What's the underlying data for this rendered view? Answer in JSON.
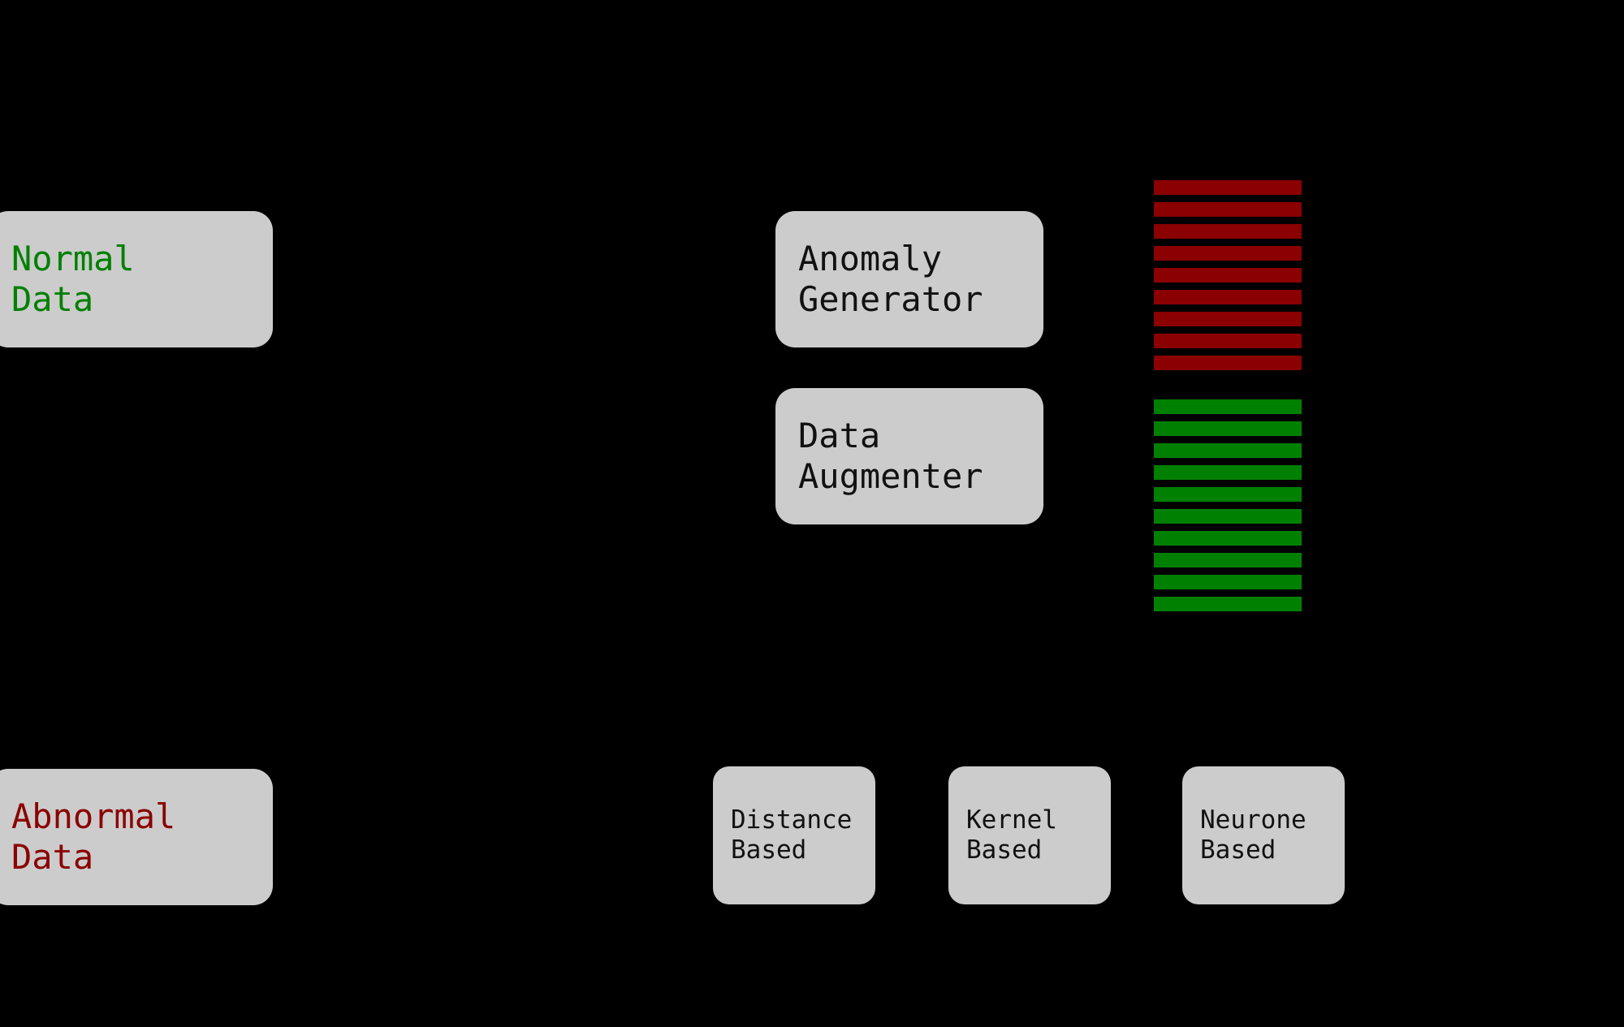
{
  "diagram": {
    "title": "Anomaly Detection Pipeline Diagram",
    "background_color": "#000000",
    "node_fill_color": "#cccccc",
    "normal_color": "#008000",
    "abnormal_color": "#8b0000",
    "text_color": "#111111"
  },
  "nodes": {
    "normal_data": {
      "line1": "Normal",
      "line2": "Data",
      "color": "#008000"
    },
    "abnormal_data": {
      "line1": "Abnormal",
      "line2": "Data",
      "color": "#8b0000"
    },
    "anomaly_generator": {
      "line1": "Anomaly",
      "line2": "Generator",
      "color": "#111111"
    },
    "data_augmenter": {
      "line1": "Data",
      "line2": "Augmenter",
      "color": "#111111"
    },
    "distance_based": {
      "line1": "Distance",
      "line2": "Based",
      "color": "#111111"
    },
    "kernel_based": {
      "line1": "Kernel",
      "line2": "Based",
      "color": "#111111"
    },
    "neurone_based": {
      "line1": "Neurone",
      "line2": "Based",
      "color": "#111111"
    }
  },
  "stripe_stack": {
    "name": "mixed-data-batch",
    "abnormal_count": 9,
    "normal_count": 10,
    "abnormal_color": "#8b0000",
    "normal_color": "#008000",
    "sequence": [
      "red",
      "red",
      "red",
      "red",
      "red",
      "red",
      "red",
      "red",
      "red",
      "gap",
      "green",
      "green",
      "green",
      "green",
      "green",
      "green",
      "green",
      "green",
      "green",
      "green"
    ]
  }
}
